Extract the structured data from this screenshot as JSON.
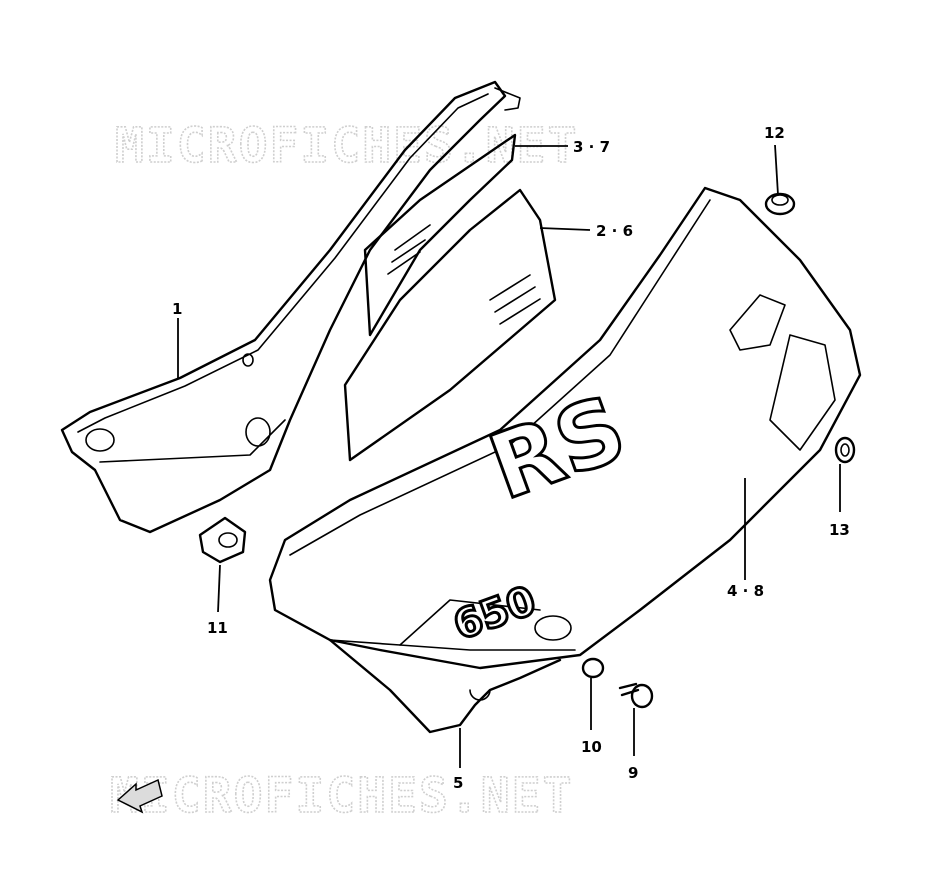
{
  "watermark": {
    "top": "MICROFICHES.NET",
    "bottom": "MICROFICHES.NET"
  },
  "decal_text": {
    "model": "RS",
    "displacement": "650"
  },
  "callouts": [
    {
      "id": "1",
      "label": "1"
    },
    {
      "id": "3-7",
      "label": "3 · 7"
    },
    {
      "id": "2-6",
      "label": "2 · 6"
    },
    {
      "id": "12",
      "label": "12"
    },
    {
      "id": "4-8",
      "label": "4 · 8"
    },
    {
      "id": "13",
      "label": "13"
    },
    {
      "id": "11",
      "label": "11"
    },
    {
      "id": "5",
      "label": "5"
    },
    {
      "id": "10",
      "label": "10"
    },
    {
      "id": "9",
      "label": "9"
    }
  ]
}
